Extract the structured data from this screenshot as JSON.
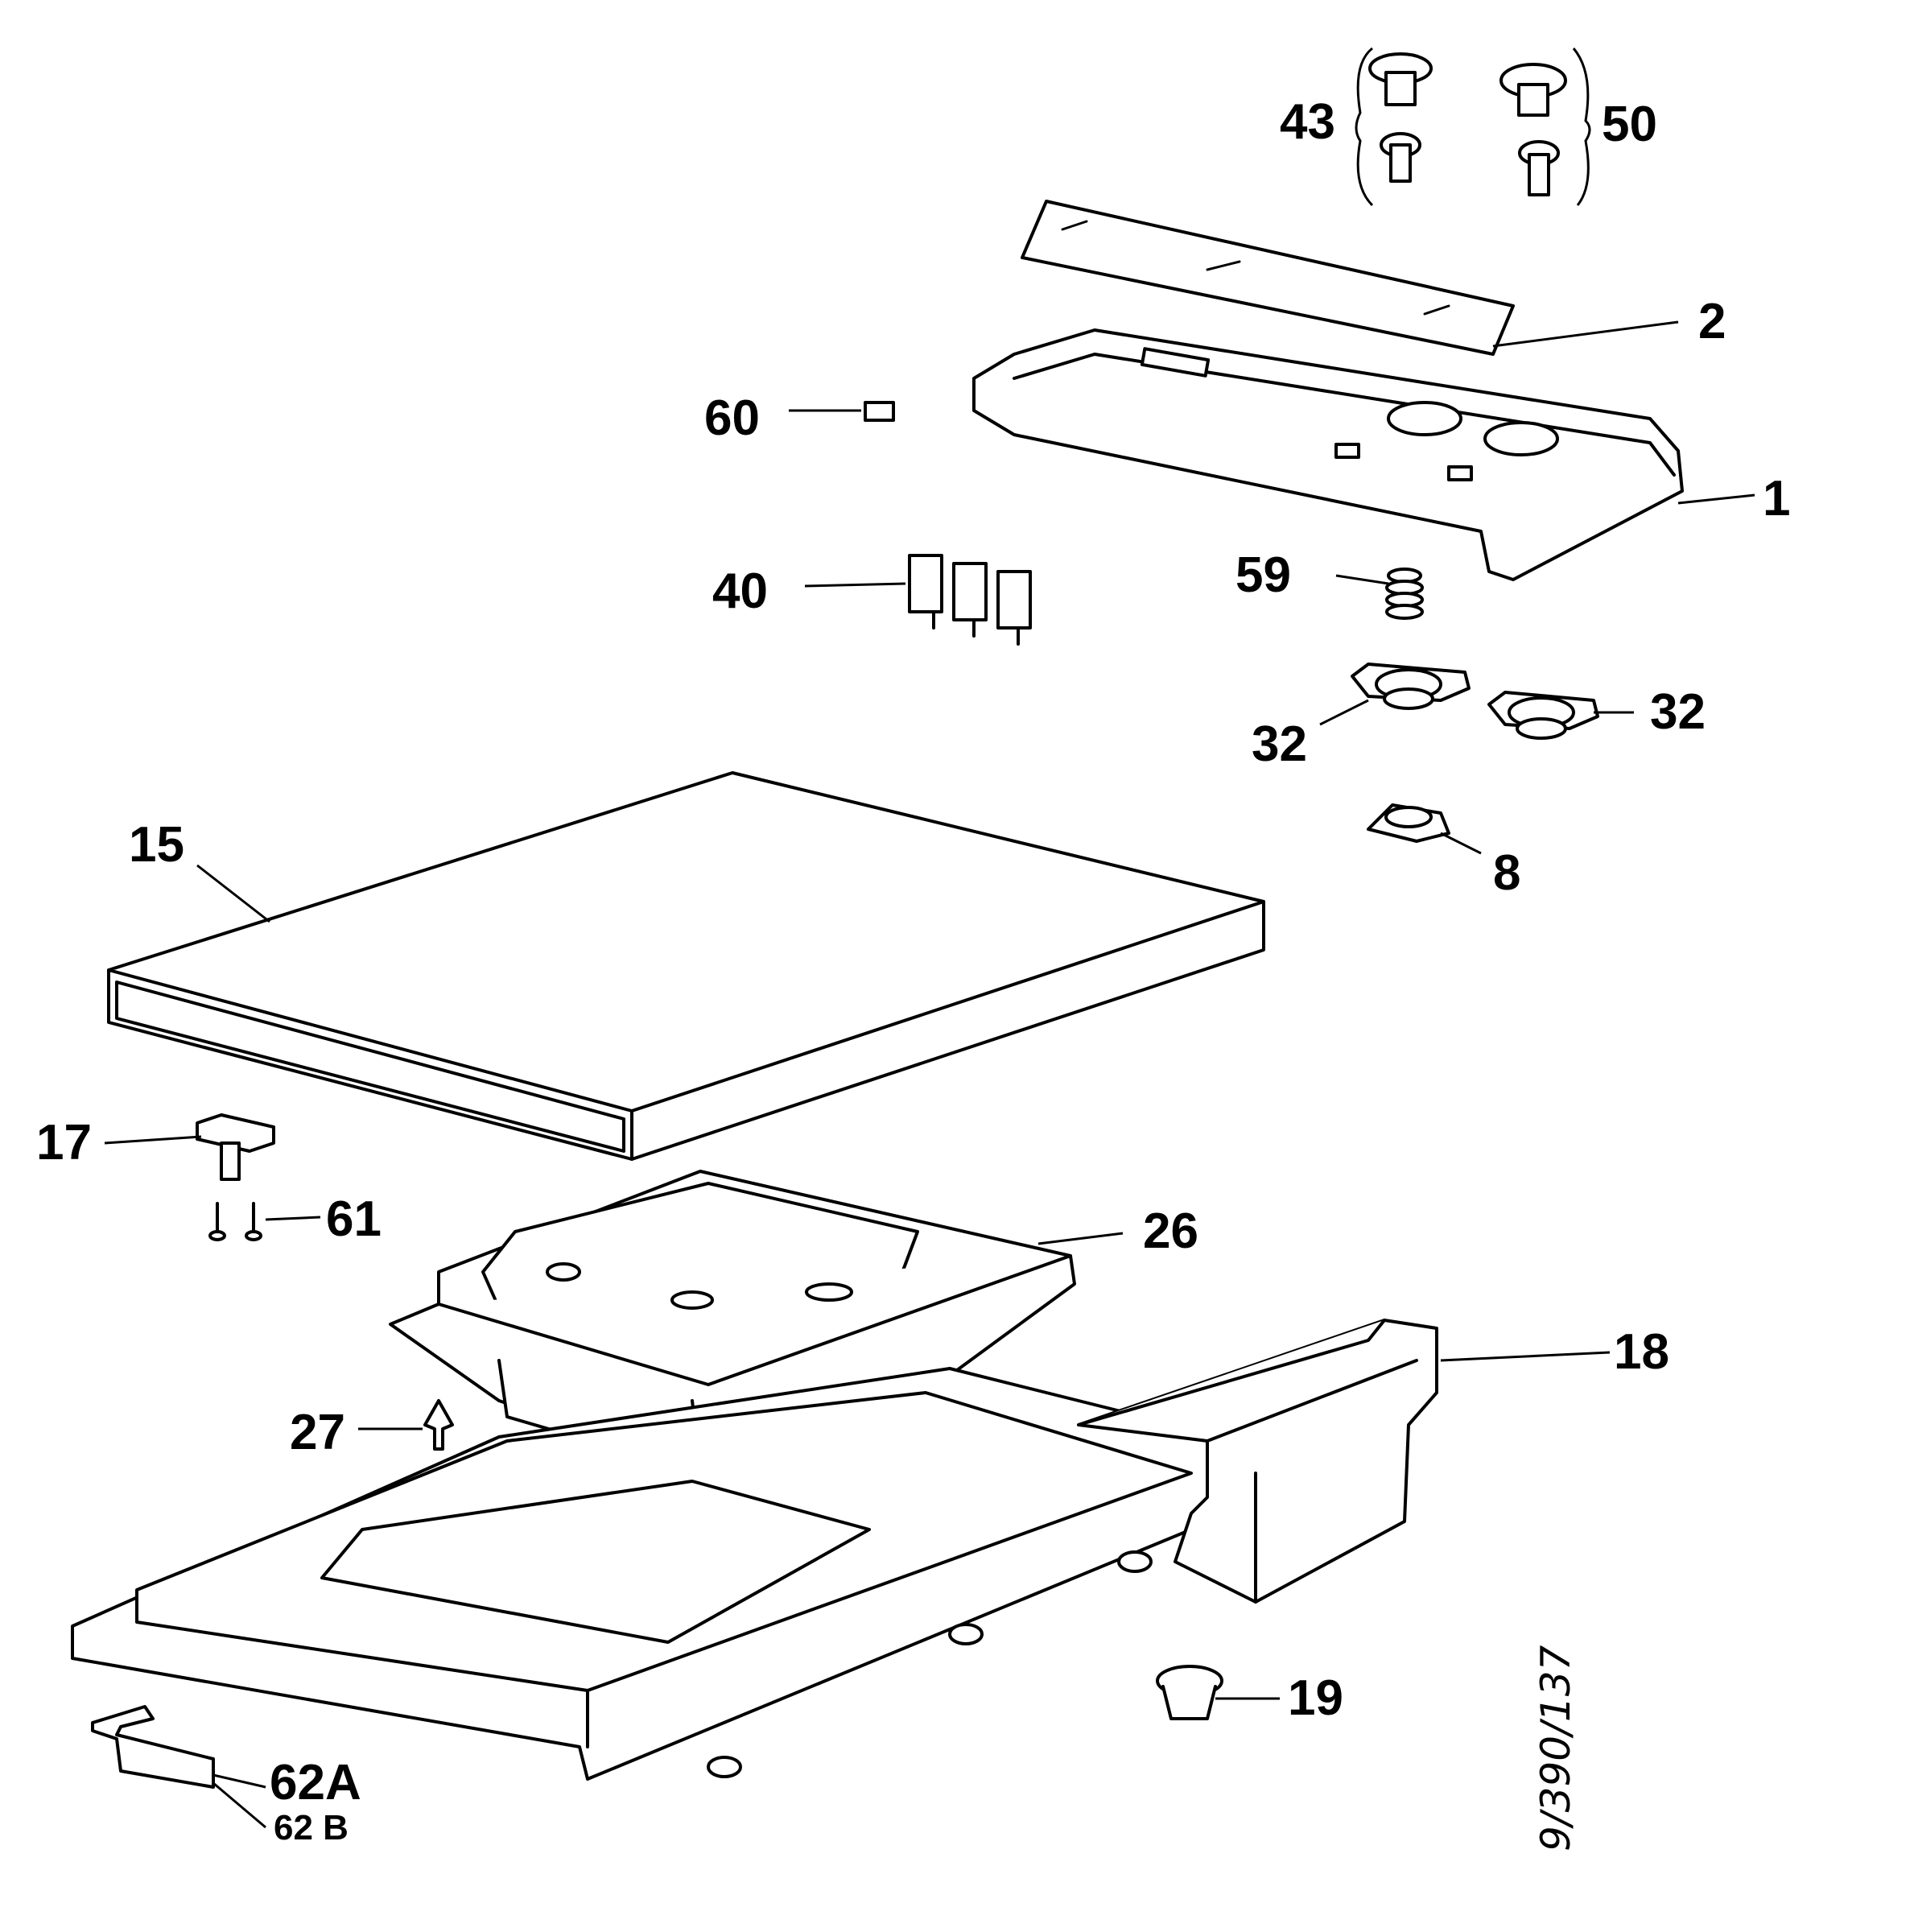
{
  "labels": {
    "p1": "1",
    "p2": "2",
    "p8": "8",
    "p15": "15",
    "p17": "17",
    "p18": "18",
    "p19": "19",
    "p26": "26",
    "p27": "27",
    "p32a": "32",
    "p32b": "32",
    "p40": "40",
    "p43": "43",
    "p50": "50",
    "p59": "59",
    "p60": "60",
    "p61": "61",
    "p62a": "62A",
    "p62b": "62 B"
  },
  "drawing_code": "9/390/137"
}
